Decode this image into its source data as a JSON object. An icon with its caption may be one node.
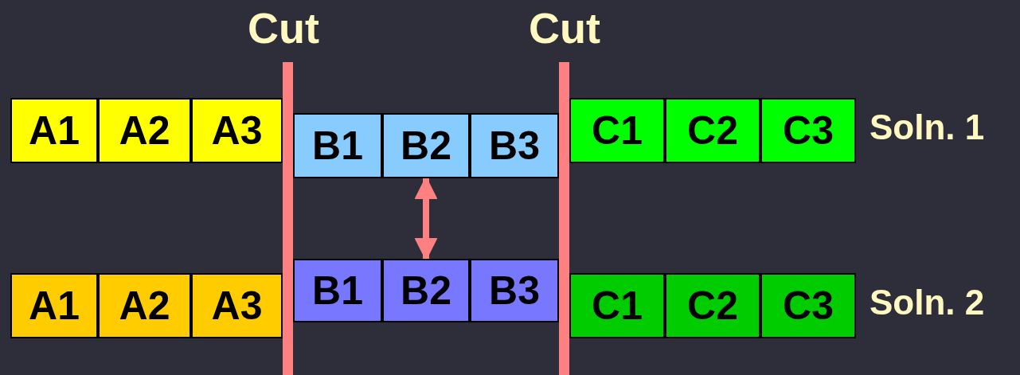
{
  "diagram": {
    "nodes": [
      {
        "text": [
          "A1"
        ]
      },
      {
        "text": [
          "A2"
        ]
      },
      {
        "text": [
          "A3"
        ]
      },
      {
        "text": [
          "B1"
        ]
      },
      {
        "text": [
          "B2"
        ]
      },
      {
        "text": [
          "B3"
        ]
      },
      {
        "text": [
          "C1"
        ]
      },
      {
        "text": [
          "C2"
        ]
      },
      {
        "text": [
          "C3"
        ]
      },
      {
        "text": [
          "A1"
        ]
      },
      {
        "text": [
          "A2"
        ]
      },
      {
        "text": [
          "A3"
        ]
      },
      {
        "text": [
          "B1"
        ]
      },
      {
        "text": [
          "B2"
        ]
      },
      {
        "text": [
          "B3"
        ]
      },
      {
        "text": [
          "C1"
        ]
      },
      {
        "text": [
          "C2"
        ]
      },
      {
        "text": [
          "C3"
        ]
      }
    ],
    "edges": [
      {
        "from": 4,
        "to": 13,
        "arrow": "both",
        "color": "#ff8080"
      }
    ],
    "labels": [
      "Cut",
      "Cut",
      "Soln. 1",
      "Soln. 2"
    ]
  }
}
